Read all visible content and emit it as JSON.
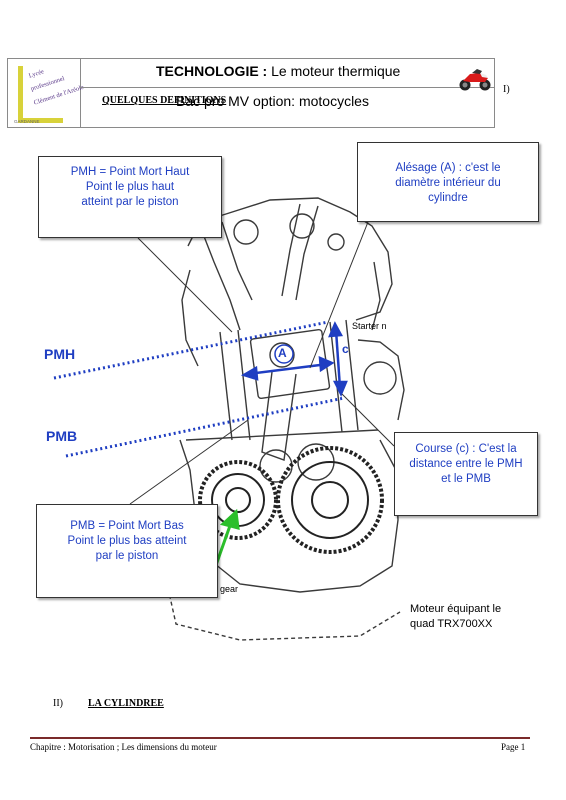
{
  "header": {
    "logo_lines": [
      "Lycée",
      "professionnel",
      "Clément de l'Aréole"
    ],
    "logo_town": "GARDANNE",
    "title_bold": "TECHNOLOGIE :",
    "title_rest": " Le moteur thermique",
    "subtitle": "Bac pro MV option: motocycles",
    "section_heading": "QUELQUES DEFINITIONS",
    "section_roman": "I)"
  },
  "diagram": {
    "callout_pmh": [
      "PMH = Point Mort Haut",
      "Point le plus haut",
      "atteint par le piston"
    ],
    "callout_alesage": [
      "Alésage (A) : c'est le",
      "diamètre intérieur du",
      "cylindre"
    ],
    "callout_course": [
      "Course (c) : C'est la",
      "distance entre le PMH",
      "et le PMB"
    ],
    "callout_pmb": [
      "PMB = Point Mort Bas",
      "Point le plus bas atteint",
      "par le piston"
    ],
    "label_pmh": "PMH",
    "label_pmb": "PMB",
    "label_a": "A",
    "label_c": "c",
    "label_balancer": "Balancer gear",
    "label_starter": "Starter n",
    "caption": [
      "Moteur équipant le",
      "quad TRX700XX"
    ]
  },
  "section2": {
    "roman": "II)",
    "title": "LA CYLINDREE"
  },
  "footer": {
    "left": "Chapitre : Motorisation ; Les dimensions du moteur",
    "right": "Page 1"
  }
}
